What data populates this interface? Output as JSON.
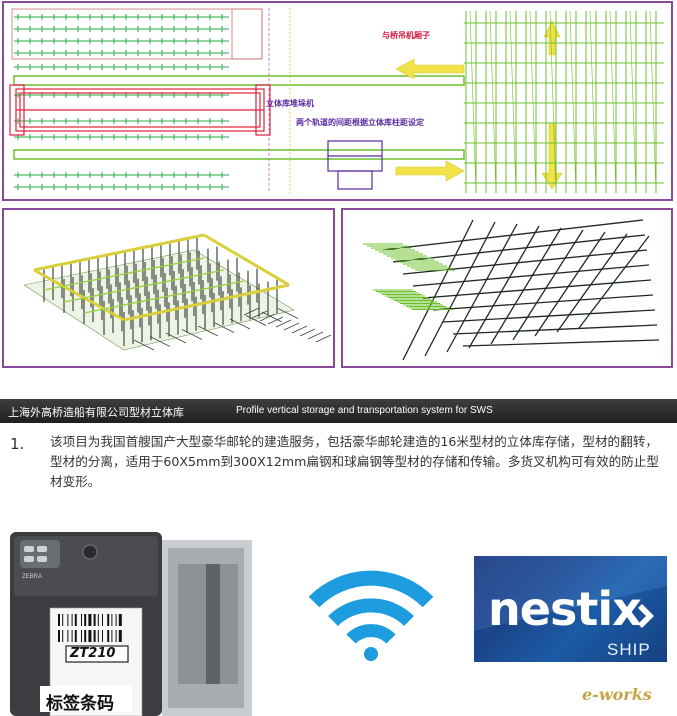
{
  "plan": {
    "labels": {
      "top_right": "与桥吊机厢子",
      "mid_left": "立体库堆垛机",
      "mid_center": "两个轨道的间距根据立体库柱距设定"
    }
  },
  "banner": {
    "title_cn": "上海外高桥造船有限公司型材立体库",
    "title_en": "Profile vertical storage and transportation system for SWS"
  },
  "description": {
    "number": "1.",
    "text": "该项目为我国首艘国产大型豪华邮轮的建造服务，包括豪华邮轮建造的16米型材的立体库存储，型材的翻转，型材的分离，适用于60X5mm到300X12mm扁钢和球扁钢等型材的存储和传输。多货叉机构可有效的防止型材变形。"
  },
  "printer": {
    "model_label": "ZT210",
    "brand_text": "ZEBRA",
    "caption": "标签条码"
  },
  "logo": {
    "word": "nestix",
    "sub": "SHIP"
  },
  "watermark": {
    "text": "e-works"
  },
  "colors": {
    "frame": "#8a4a9a",
    "rack_green": "#6cc02c",
    "crane_red": "#e0203a",
    "wifi_blue": "#1e9ce0",
    "nestix_blue": "#1f4e99",
    "banner_dark": "#2b2b2b"
  }
}
